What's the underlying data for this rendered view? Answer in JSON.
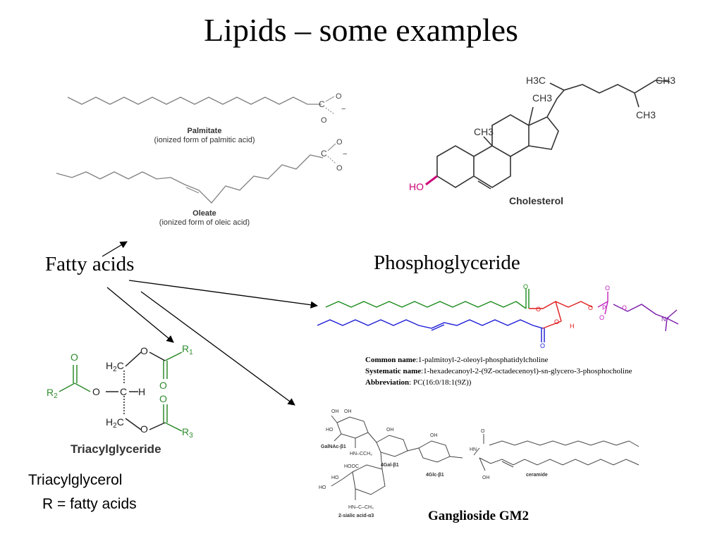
{
  "slide": {
    "title": "Lipids – some examples"
  },
  "fatty_acids": {
    "label": "Fatty acids",
    "palmitate": {
      "name": "Palmitate",
      "desc": "(ionized form of palmitic acid)"
    },
    "oleate": {
      "name": "Oleate",
      "desc": "(ionized form of oleic acid)"
    }
  },
  "cholesterol": {
    "name": "Cholesterol",
    "atoms": {
      "h3c": "H3C",
      "ch3_top": "CH3",
      "ch3_mid": "CH3",
      "ch3_ring": "CH3",
      "ch3_end": "CH3",
      "ho": "HO"
    }
  },
  "phosphoglyceride": {
    "label": "Phosphoglyceride",
    "common_name_label": "Common name",
    "common_name": ":1-palmitoyl-2-oleoyl-phosphatidylcholine",
    "systematic_name_label": "Systematic name",
    "systematic_name": ":1-hexadecanoyl-2-(9Z-octadecenoyl)-sn-glycero-3-phosphocholine",
    "abbreviation_label": "Abbreviation",
    "abbreviation": ": PC(16:0/18:1(9Z))"
  },
  "triacylglyceride": {
    "name": "Triacylglyceride",
    "label": "Triacylglycerol",
    "r_note": "R = fatty acids"
  },
  "ganglioside": {
    "name": "Ganglioside GM2",
    "units": {
      "galnac": "GalNAc-β1",
      "gal": "4Gal-β1",
      "glc": "4Glc-β1",
      "ceramide": "ceramide",
      "sialic": "2-sialic acid-α3"
    }
  },
  "colors": {
    "chain_gray": "#808080",
    "green": "#2e8b2e",
    "pc_green": "#1a8a1a",
    "pc_blue": "#1a1ad6",
    "pc_red": "#e01a1a",
    "pc_magenta": "#c020c0",
    "pc_purple": "#7a1aa8",
    "ho_magenta": "#cc0077",
    "tag_green": "#3aa35a"
  }
}
